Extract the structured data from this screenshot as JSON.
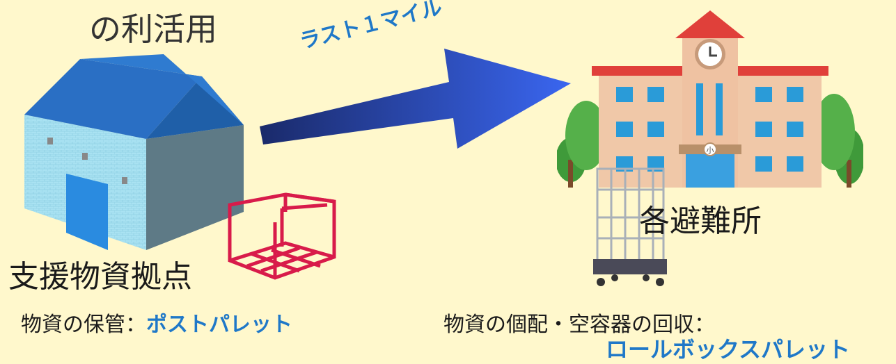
{
  "title": "の利活用",
  "arrow_label": "ラスト１マイル",
  "hub_label": "支援物資拠点",
  "shelter_label": "各避難所",
  "storage": {
    "prefix": "物資の保管：",
    "highlight": "ポストパレット"
  },
  "delivery": {
    "prefix": "物資の個配・空容器の回収：",
    "highlight": "ロールボックスパレット"
  },
  "school_sign": "小",
  "colors": {
    "background": "#fff8cc",
    "accent_text": "#1f78c8",
    "arrow_start": "#1a2a6a",
    "arrow_end": "#3a66f0",
    "pallet": "#d81b4a"
  }
}
